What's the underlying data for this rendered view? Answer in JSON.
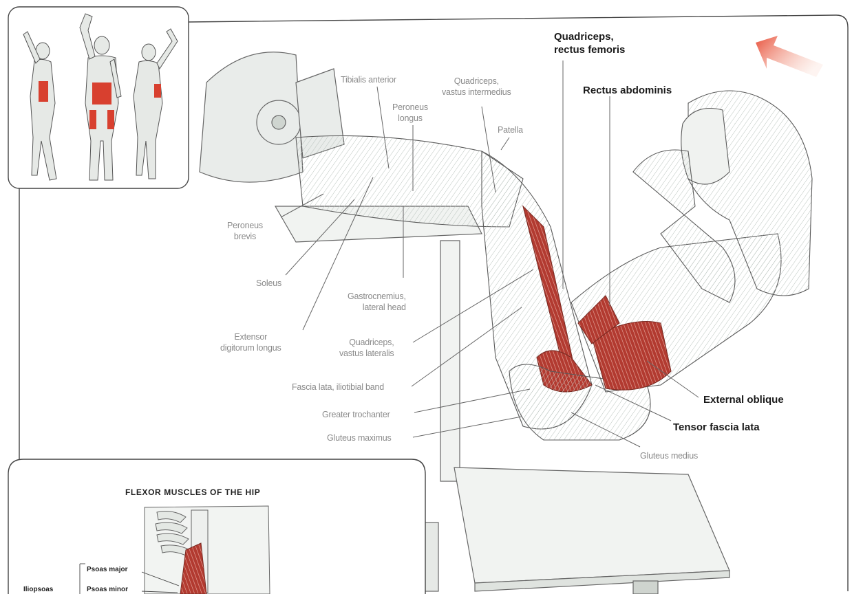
{
  "labels": {
    "tibialis_anterior": "Tibialis anterior",
    "quad_vastus_intermedius": "Quadriceps,\nvastus intermedius",
    "peroneus_longus": "Peroneus\nlongus",
    "patella": "Patella",
    "peroneus_brevis": "Peroneus\nbrevis",
    "soleus": "Soleus",
    "gastrocnemius": "Gastrocnemius,\nlateral head",
    "extensor_digitorum": "Extensor\ndigitorum longus",
    "quad_vastus_lateralis": "Quadriceps,\nvastus lateralis",
    "fascia_lata": "Fascia lata, iliotibial band",
    "greater_trochanter": "Greater trochanter",
    "gluteus_maximus": "Gluteus maximus",
    "gluteus_medius": "Gluteus medius"
  },
  "bold_labels": {
    "quad_rectus_femoris": "Quadriceps,\nrectus femoris",
    "rectus_abdominis": "Rectus abdominis",
    "external_oblique": "External oblique",
    "tensor_fascia_lata": "Tensor fascia lata"
  },
  "inset": {
    "title": "FLEXOR MUSCLES OF THE HIP",
    "psoas_major": "Psoas major",
    "psoas_minor": "Psoas minor",
    "iliopsoas": "Iliopsoas"
  },
  "colors": {
    "muscle_red": "#c0392b",
    "outline": "#555555",
    "arrow": "#e8503a"
  },
  "icons": [
    "direction-arrow-icon"
  ]
}
